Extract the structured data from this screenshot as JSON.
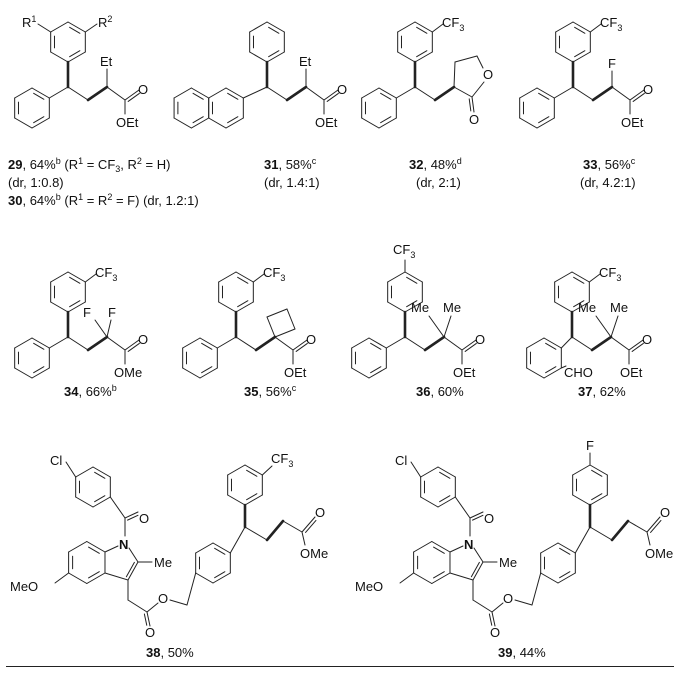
{
  "labels": {
    "R": "R",
    "one": "1",
    "two": "2",
    "three": "3",
    "CF": "CF",
    "Et": "Et",
    "O": "O",
    "OEt": "OEt",
    "OMe": "OMe",
    "F": "F",
    "Me": "Me",
    "CHO": "CHO",
    "Cl": "Cl",
    "N": "N",
    "MeO": "MeO"
  },
  "compounds": [
    {
      "num": "29",
      "yield": "64%",
      "note": "b",
      "desc_a": "(R",
      "desc_b": " = CF",
      "desc_c": ", R",
      "desc_d": " = H)",
      "dr": "(dr, 1:0.8)"
    },
    {
      "num": "30",
      "yield": "64%",
      "note": "b",
      "desc_a": "(R",
      "desc_b": " = R",
      "desc_c": " = F)",
      "dr": "(dr, 1.2:1)"
    },
    {
      "num": "31",
      "yield": "58%",
      "note": "c",
      "dr": "(dr, 1.4:1)"
    },
    {
      "num": "32",
      "yield": "48%",
      "note": "d",
      "dr": "(dr, 2:1)"
    },
    {
      "num": "33",
      "yield": "56%",
      "note": "c",
      "dr": "(dr, 4.2:1)"
    },
    {
      "num": "34",
      "yield": "66%",
      "note": "b"
    },
    {
      "num": "35",
      "yield": "56%",
      "note": "c"
    },
    {
      "num": "36",
      "yield": "60%"
    },
    {
      "num": "37",
      "yield": "62%"
    },
    {
      "num": "38",
      "yield": "50%"
    },
    {
      "num": "39",
      "yield": "44%"
    }
  ],
  "sep": ", "
}
